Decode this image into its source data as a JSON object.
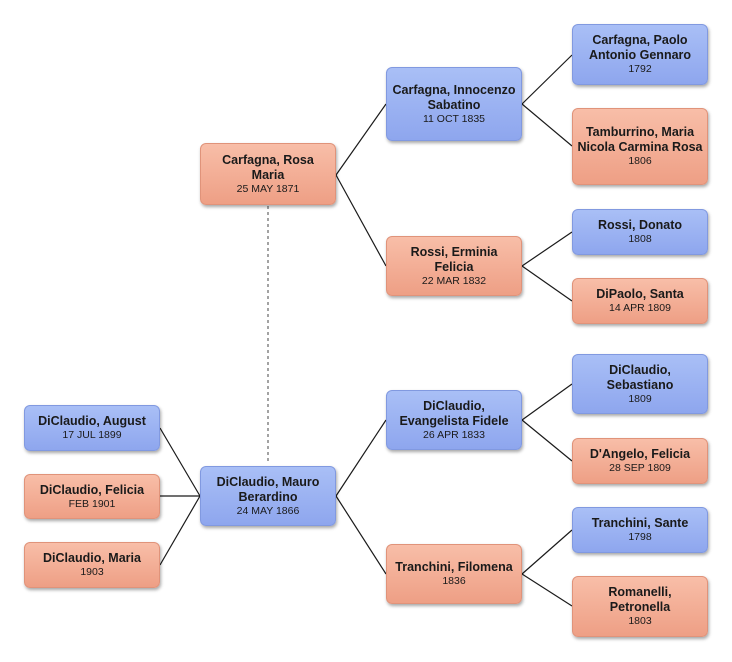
{
  "colors": {
    "male": "#9bb2f2",
    "female": "#f3ad95",
    "line": "#1a1a1a",
    "spouse_link": "#666666"
  },
  "people": {
    "mauro": {
      "name": "DiClaudio, Mauro Berardino",
      "date": "24 MAY 1866"
    },
    "rosa": {
      "name": "Carfagna, Rosa Maria",
      "date": "25 MAY 1871"
    },
    "innocenzo": {
      "name": "Carfagna, Innocenzo Sabatino",
      "date": "11 OCT 1835"
    },
    "erminia": {
      "name": "Rossi, Erminia Felicia",
      "date": "22 MAR 1832"
    },
    "paolo": {
      "name": "Carfagna, Paolo Antonio Gennaro",
      "date": "1792"
    },
    "maria_nicola": {
      "name": "Tamburrino, Maria Nicola Carmina Rosa",
      "date": "1806"
    },
    "donato": {
      "name": "Rossi, Donato",
      "date": "1808"
    },
    "santa": {
      "name": "DiPaolo, Santa",
      "date": "14 APR 1809"
    },
    "evangelista": {
      "name": "DiClaudio, Evangelista Fidele",
      "date": "26 APR 1833"
    },
    "filomena": {
      "name": "Tranchini, Filomena",
      "date": "1836"
    },
    "sebastiano": {
      "name": "DiClaudio, Sebastiano",
      "date": "1809"
    },
    "felicia_dangelo": {
      "name": "D'Angelo, Felicia",
      "date": "28 SEP 1809"
    },
    "sante": {
      "name": "Tranchini, Sante",
      "date": "1798"
    },
    "petronella": {
      "name": "Romanelli, Petronella",
      "date": "1803"
    },
    "august": {
      "name": "DiClaudio, August",
      "date": "17 JUL 1899"
    },
    "felicia_child": {
      "name": "DiClaudio, Felicia",
      "date": "FEB 1901"
    },
    "maria_child": {
      "name": "DiClaudio, Maria",
      "date": "1903"
    }
  }
}
